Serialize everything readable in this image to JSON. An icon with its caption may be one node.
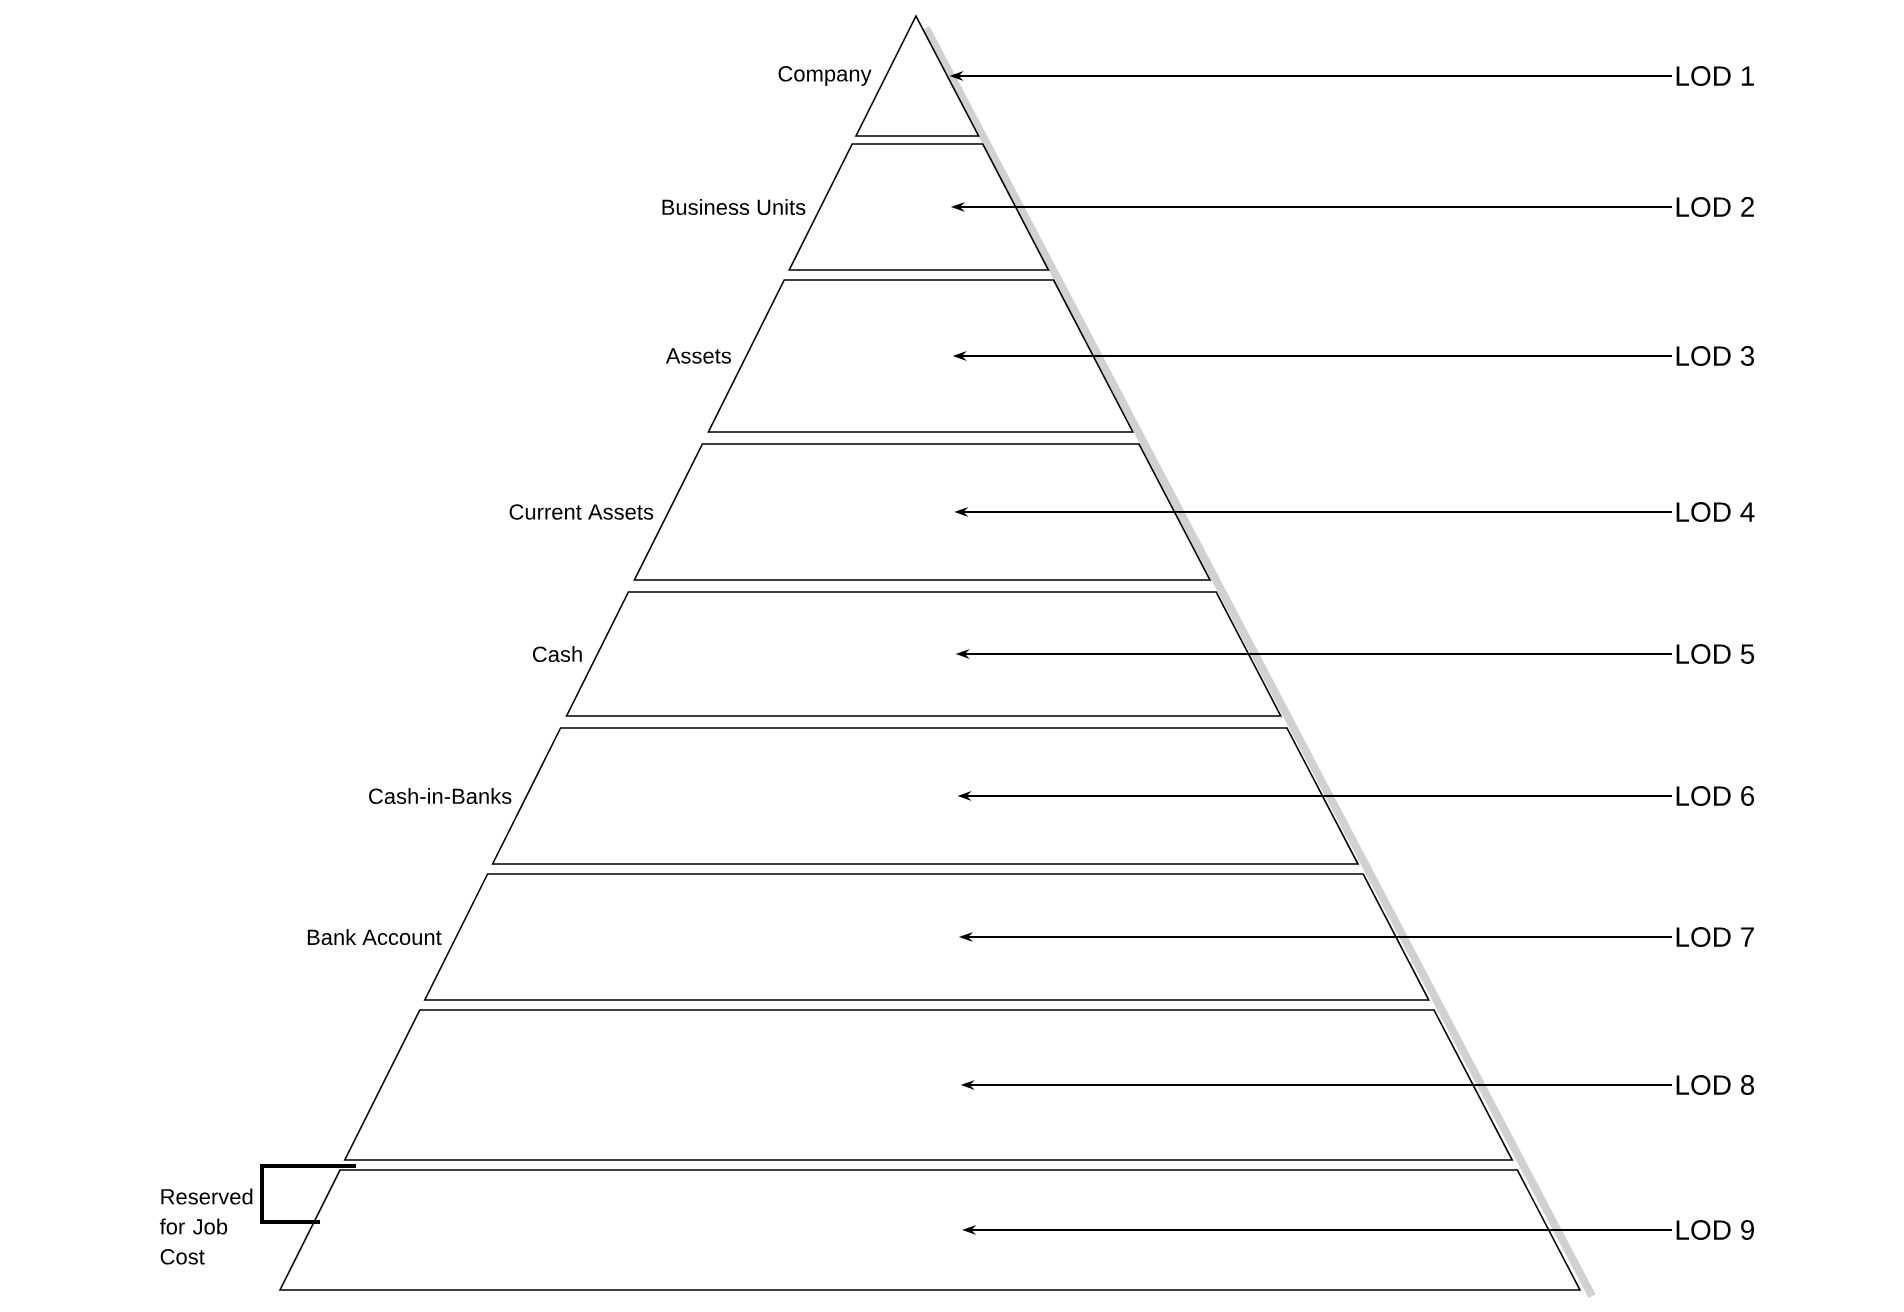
{
  "diagram": {
    "nodes": [
      {
        "text": [
          "Company"
        ]
      },
      {
        "text": [
          "Business Units"
        ]
      },
      {
        "text": [
          "Assets"
        ]
      },
      {
        "text": [
          "Current Assets"
        ]
      },
      {
        "text": [
          "Cash"
        ]
      },
      {
        "text": [
          "Cash-in-Banks"
        ]
      },
      {
        "text": [
          "Bank Account"
        ]
      },
      {
        "text": [],
        "shape": "trapezoid"
      },
      {
        "text": [],
        "shape": "trapezoid"
      },
      {
        "text": [
          "LOD 1"
        ]
      },
      {
        "text": [
          "LOD 2"
        ]
      },
      {
        "text": [
          "LOD 3"
        ]
      },
      {
        "text": [
          "LOD 4"
        ]
      },
      {
        "text": [
          "LOD 5"
        ]
      },
      {
        "text": [
          "LOD 6"
        ]
      },
      {
        "text": [
          "LOD 7"
        ]
      },
      {
        "text": [
          "LOD 8"
        ]
      },
      {
        "text": [
          "LOD 9"
        ]
      }
    ],
    "edges": [
      {
        "from": 9,
        "to": 0,
        "arrow": "to"
      },
      {
        "from": 10,
        "to": 1,
        "arrow": "to"
      },
      {
        "from": 11,
        "to": 2,
        "arrow": "to"
      },
      {
        "from": 12,
        "to": 3,
        "arrow": "to"
      },
      {
        "from": 13,
        "to": 4,
        "arrow": "to"
      },
      {
        "from": 14,
        "to": 5,
        "arrow": "to"
      },
      {
        "from": 15,
        "to": 6,
        "arrow": "to"
      },
      {
        "from": 16,
        "to": 7,
        "arrow": "to"
      },
      {
        "from": 17,
        "to": 8,
        "arrow": "to"
      }
    ],
    "labels": [
      "Reserved for Job Cost"
    ]
  }
}
